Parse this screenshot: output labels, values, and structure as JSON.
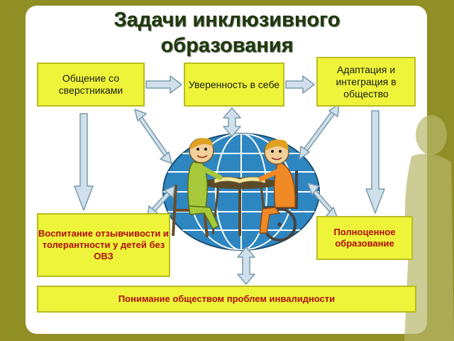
{
  "title": {
    "line1": "Задачи инклюзивного",
    "line2": "образования"
  },
  "boxes": {
    "communication": "Общение со сверстниками",
    "confidence": "Уверенность в себе",
    "adaptation": "Адаптация и интеграция в общество",
    "tolerance": "Воспитание отзывчивости и толерантности у детей без ОВЗ",
    "full_education": "Полноценное образование",
    "understanding": "Понимание обществом проблем инвалидности"
  },
  "colors": {
    "background": "#8f8f26",
    "box_fill": "#eef43a",
    "arrow_fill": "#cfe0ec",
    "globe": "#2e86c1",
    "title_text": "#1f3a0c",
    "emphasis_text": "#b10c0c"
  }
}
